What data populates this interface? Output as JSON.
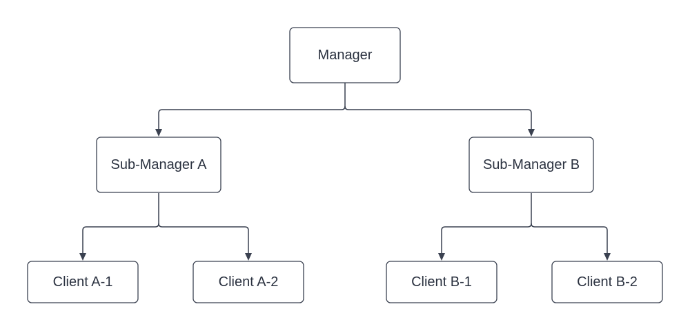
{
  "diagram": {
    "type": "hierarchy",
    "nodes": {
      "manager": "Manager",
      "sub_manager_a": "Sub-Manager A",
      "sub_manager_b": "Sub-Manager B",
      "client_a1": "Client A-1",
      "client_a2": "Client A-2",
      "client_b1": "Client B-1",
      "client_b2": "Client B-2"
    },
    "edges": [
      {
        "from": "manager",
        "to": "sub_manager_a"
      },
      {
        "from": "manager",
        "to": "sub_manager_b"
      },
      {
        "from": "sub_manager_a",
        "to": "client_a1"
      },
      {
        "from": "sub_manager_a",
        "to": "client_a2"
      },
      {
        "from": "sub_manager_b",
        "to": "client_b1"
      },
      {
        "from": "sub_manager_b",
        "to": "client_b2"
      }
    ],
    "colors": {
      "line": "#3a4150",
      "text": "#2b3240",
      "box_fill": "#ffffff"
    }
  }
}
